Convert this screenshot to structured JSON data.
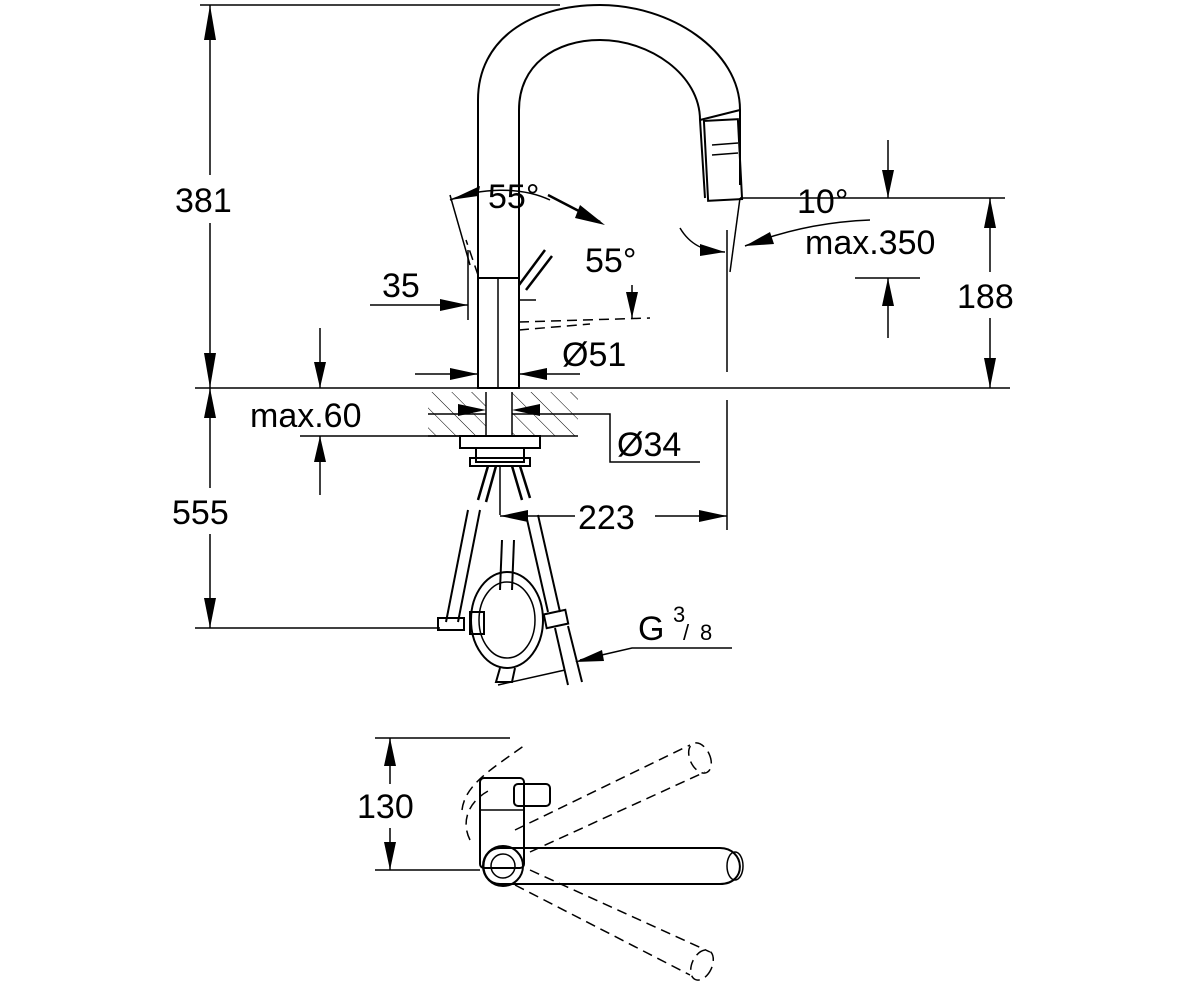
{
  "drawing": {
    "dimensions": {
      "height_total": "381",
      "lever_angle_left": "55°",
      "lever_angle_right": "55°",
      "lever_offset": "35",
      "spray_angle": "10°",
      "spray_max": "max.350",
      "spout_height": "188",
      "body_diameter": "Ø51",
      "deck_max": "max.60",
      "hole_diameter": "Ø34",
      "reach": "223",
      "below_deck": "555",
      "thread_main": "G",
      "thread_num": "3",
      "thread_den": "8",
      "top_view_depth": "130"
    }
  }
}
